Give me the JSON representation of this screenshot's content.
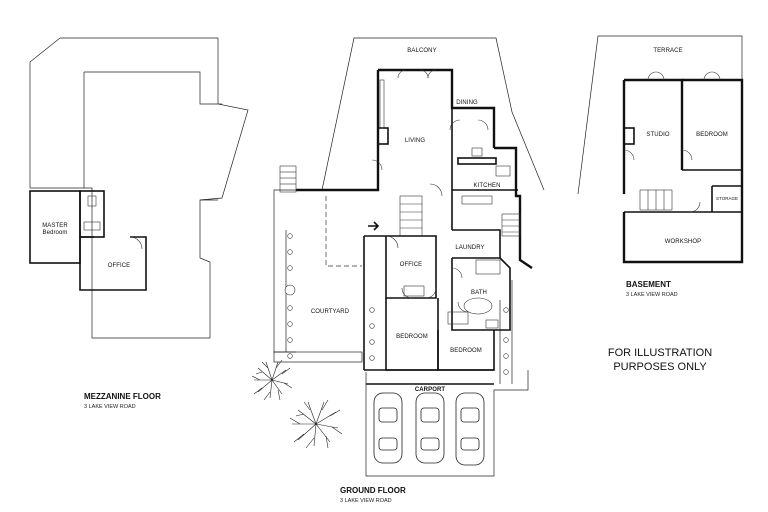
{
  "mezzanine": {
    "title": "MEZZANINE FLOOR",
    "address": "3 LAKE VIEW ROAD",
    "rooms": {
      "master_line1": "MASTER",
      "master_line2": "Bedroom",
      "office": "OFFICE"
    }
  },
  "ground": {
    "title": "GROUND FLOOR",
    "address": "3 LAKE VIEW ROAD",
    "rooms": {
      "balcony": "BALCONY",
      "dining": "DINING",
      "living": "LIVING",
      "kitchen": "KITCHEN",
      "laundry": "LAUNDRY",
      "office": "OFFICE",
      "bath": "BATH",
      "courtyard": "COURTYARD",
      "bedroom1": "BEDROOM",
      "bedroom2": "BEDROOM",
      "carport": "CARPORT"
    }
  },
  "basement": {
    "title": "BASEMENT",
    "address": "3 LAKE VIEW ROAD",
    "rooms": {
      "terrace": "TERRACE",
      "studio": "STUDIO",
      "bedroom": "BEDROOM",
      "storage": "STORAGE",
      "workshop": "WORKSHOP"
    }
  },
  "disclaimer": {
    "line1": "FOR ILLUSTRATION",
    "line2": "PURPOSES ONLY"
  }
}
